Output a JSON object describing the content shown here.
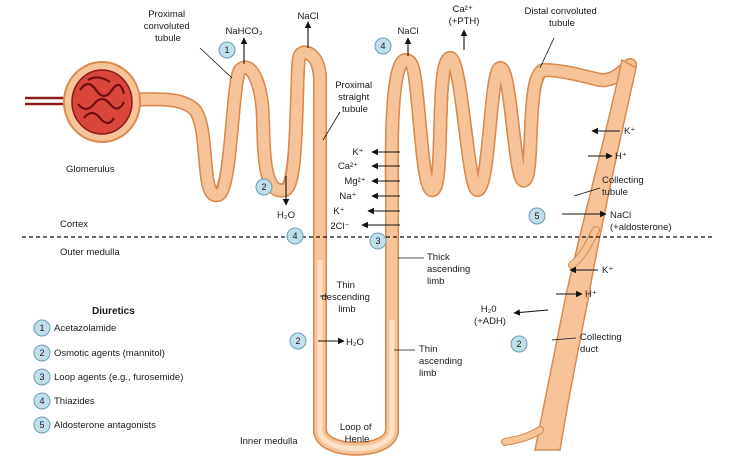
{
  "labels": {
    "glomerulus": "Glomerulus",
    "proximal_convoluted": [
      "Proximal",
      "convoluted",
      "tubule"
    ],
    "nahco3": "NaHCO₃",
    "nacl_top1": "NaCl",
    "nacl_top2": "NaCl",
    "ca_pth": [
      "Ca²⁺",
      "(+PTH)"
    ],
    "distal_convoluted": [
      "Distal convoluted",
      "tubule"
    ],
    "proximal_straight": [
      "Proximal",
      "straight",
      "tubule"
    ],
    "h2o_prox": "H₂O",
    "ions": [
      "K⁺",
      "Ca²⁺",
      "Mg²⁺",
      "Na⁺",
      "K⁺",
      "2Cl⁻"
    ],
    "cortex": "Cortex",
    "outer_medulla": "Outer medulla",
    "inner_medulla": "Inner medulla",
    "thick_ascending": [
      "Thick",
      "ascending",
      "limb"
    ],
    "thin_descending": [
      "Thin",
      "descending",
      "limb"
    ],
    "h2o_thin": "H₂O",
    "thin_ascending": [
      "Thin",
      "ascending",
      "limb"
    ],
    "loop_of_henle": [
      "Loop of",
      "Henle"
    ],
    "k_ct": "K⁺",
    "h_ct": "H⁺",
    "collecting_tubule": [
      "Collecting",
      "tubule"
    ],
    "nacl_aldo": [
      "NaCl",
      "(+aldosterone)"
    ],
    "k_cd": "K⁺",
    "h_cd": "H⁺",
    "h2o_adh": [
      "H₂0",
      "(+ADH)"
    ],
    "collecting_duct": [
      "Collecting",
      "duct"
    ]
  },
  "legend": {
    "title": "Diuretics",
    "items": [
      {
        "num": "1",
        "label": "Acetazolamide"
      },
      {
        "num": "2",
        "label": "Osmotic agents (mannitol)"
      },
      {
        "num": "3",
        "label": "Loop agents (e.g., furosemide)"
      },
      {
        "num": "4",
        "label": "Thiazides"
      },
      {
        "num": "5",
        "label": "Aldosterone antagonists"
      }
    ]
  },
  "badges": {
    "b1": "1",
    "b2a": "2",
    "b2b": "2",
    "b2c": "2",
    "b3": "3",
    "b4a": "4",
    "b4b": "4",
    "b5": "5"
  },
  "colors": {
    "tube_fill": "#f7c49a",
    "tube_outline": "#d98a4e",
    "glomerulus_capillary": "#8b1a1a",
    "badge_fill": "#bfe0ea"
  }
}
